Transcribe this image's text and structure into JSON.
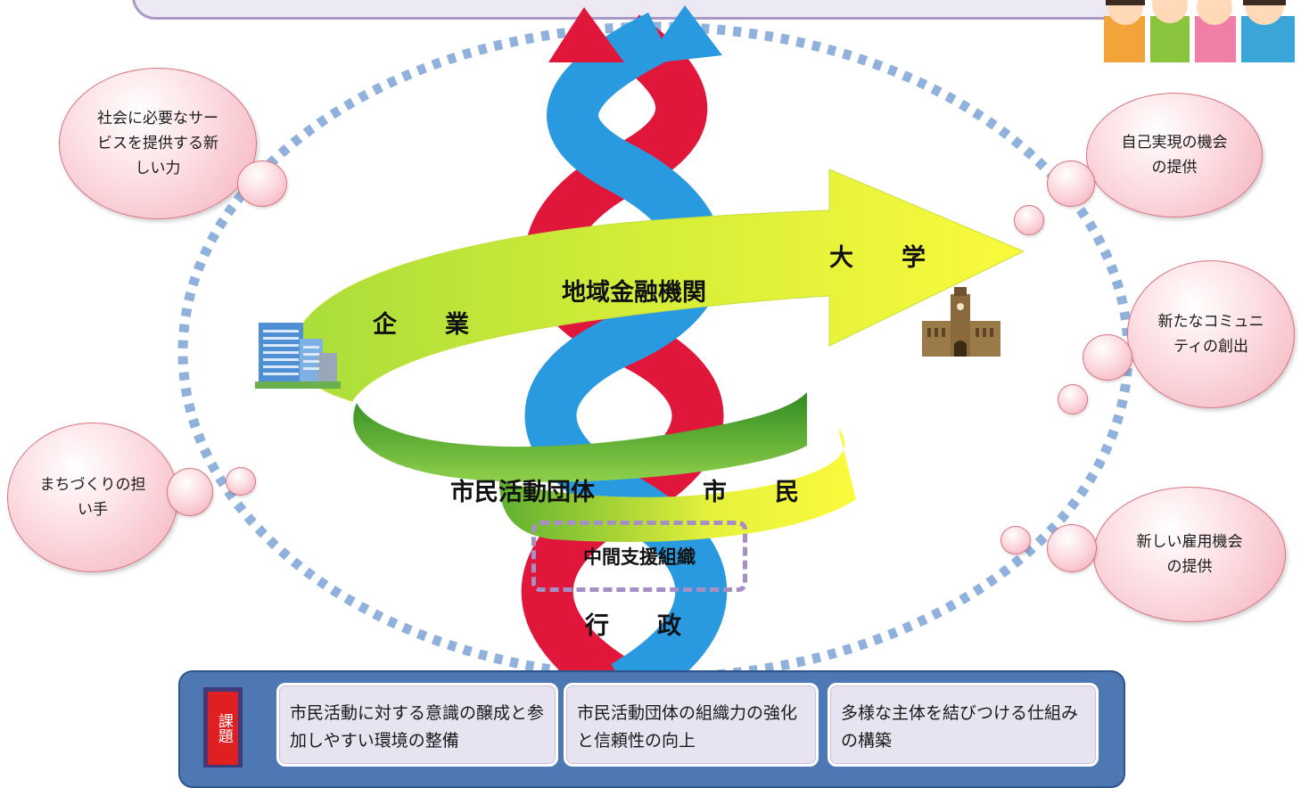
{
  "bubbles": {
    "social_power": "社会に必要なサービスを提供する新しい力",
    "machizukuri": "まちづくりの担い手",
    "self_realization": "自己実現の機会の提供",
    "new_community": "新たなコミュニティの創出",
    "new_employment": "新しい雇用機会の提供"
  },
  "actors": {
    "company": "企　　業",
    "regional_finance": "地域金融機関",
    "university": "大　　学",
    "civic_groups": "市民活動団体",
    "citizens": "市　　民",
    "intermediary": "中間支援組織",
    "government": "行　　政"
  },
  "issues": {
    "label": "課題",
    "items": [
      {
        "text": "市民活動に対する意識の醸成と参加しやすい環境の整備"
      },
      {
        "text": "市民活動団体の組織力の強化と信頼性の向上"
      },
      {
        "text": "多様な主体を結びつける仕組みの構築"
      }
    ]
  },
  "colors": {
    "helix_red": "#e0163a",
    "helix_blue": "#2a9ae0",
    "arrow_light": "#f6f73a",
    "arrow_dark": "#3e9e2a",
    "ellipse_dots": "#8fb1dc",
    "panel": "#4e78b4",
    "bubble_border": "#d9747f"
  }
}
